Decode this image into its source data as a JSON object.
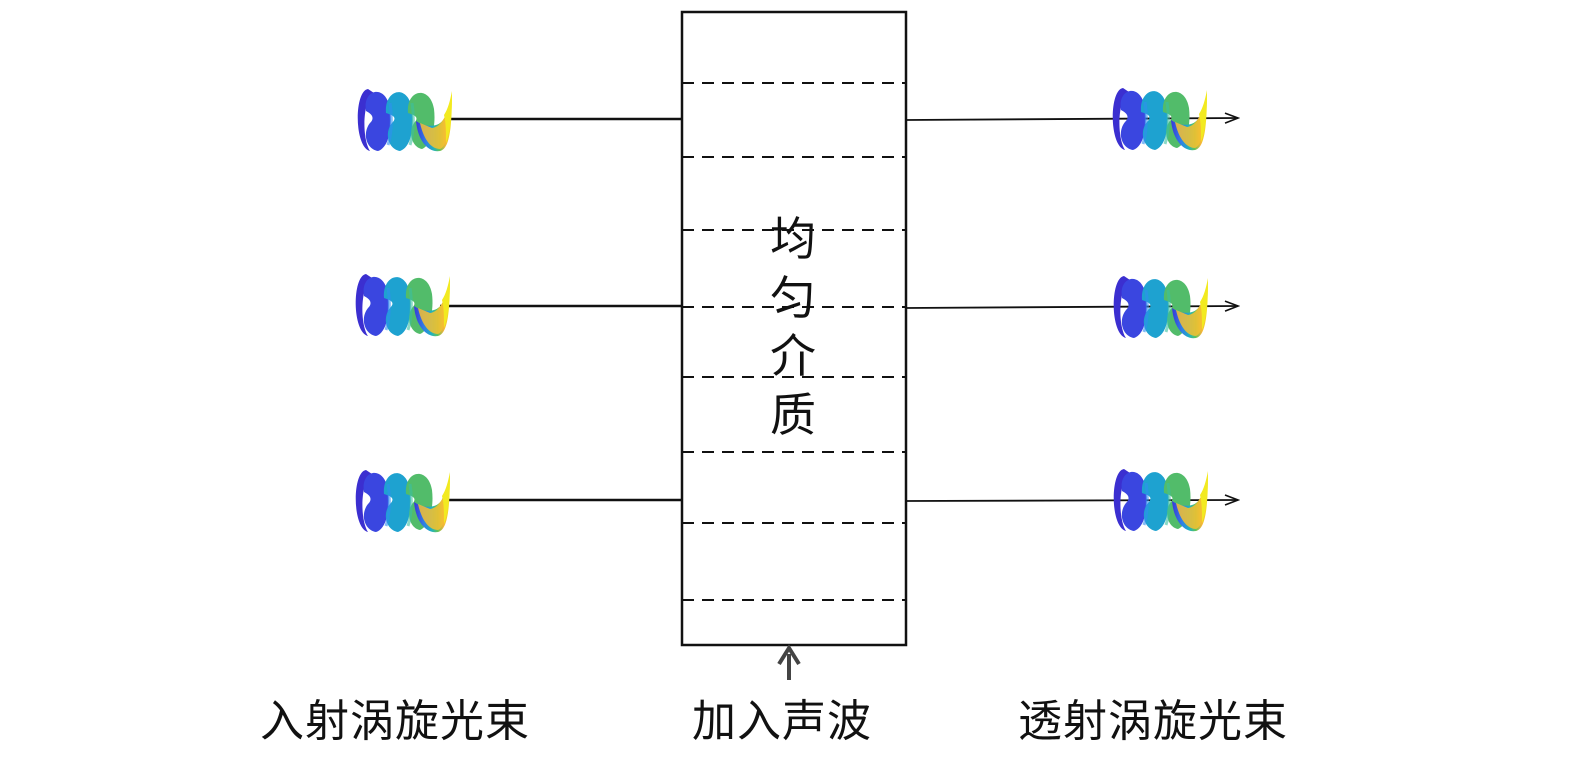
{
  "labels": {
    "incident": "入射涡旋光束",
    "acoustic": "加入声波",
    "transmitted": "透射涡旋光束"
  },
  "medium": {
    "chars": [
      "均",
      "匀",
      "介",
      "质"
    ]
  },
  "helix_colors": {
    "blue": "#4040e0",
    "teal": "#20a8c8",
    "green": "#58c060",
    "yellow": "#f0e020",
    "orange": "#f8b030"
  },
  "line_color": "#111111"
}
